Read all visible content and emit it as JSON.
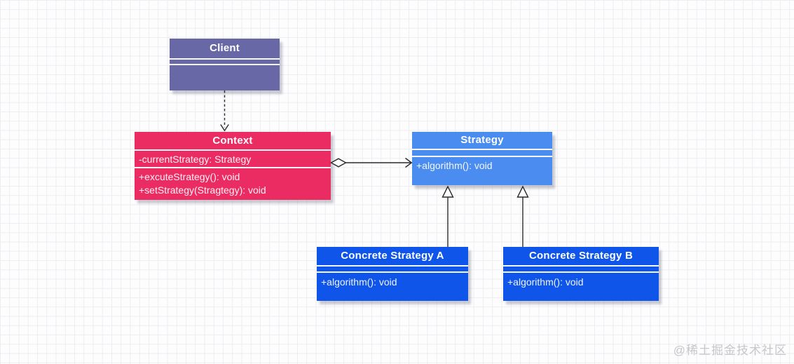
{
  "watermark": "@稀土掘金技术社区",
  "colors": {
    "client": "#6968A7",
    "context": "#EB2C62",
    "strategy": "#4A8CF0",
    "concrete": "#0F55E9",
    "connector": "#2B2B2B",
    "grid_line": "#EDEDF2",
    "background": "#FDFDFE",
    "watermark_text": "#C7C7CB"
  },
  "classes": {
    "client": {
      "name": "Client",
      "attributes": [],
      "methods": []
    },
    "context": {
      "name": "Context",
      "attributes": [
        "-currentStrategy: Strategy"
      ],
      "methods": [
        "+excuteStrategy(): void",
        "+setStrategy(Stragtegy): void"
      ]
    },
    "strategy": {
      "name": "Strategy",
      "attributes": [],
      "methods": [
        "+algorithm(): void"
      ]
    },
    "concrete_a": {
      "name": "Concrete Strategy A",
      "attributes": [],
      "methods": [
        "+algorithm(): void"
      ]
    },
    "concrete_b": {
      "name": "Concrete Strategy B",
      "attributes": [],
      "methods": [
        "+algorithm(): void"
      ]
    }
  },
  "relationships": [
    {
      "from": "Client",
      "to": "Context",
      "type": "dependency",
      "marker": "dashed line, open arrow at Context"
    },
    {
      "from": "Context",
      "to": "Strategy",
      "type": "aggregation",
      "marker": "hollow diamond at Context, open arrow at Strategy"
    },
    {
      "from": "Concrete Strategy A",
      "to": "Strategy",
      "type": "generalization",
      "marker": "hollow triangle at Strategy"
    },
    {
      "from": "Concrete Strategy B",
      "to": "Strategy",
      "type": "generalization",
      "marker": "hollow triangle at Strategy"
    }
  ]
}
